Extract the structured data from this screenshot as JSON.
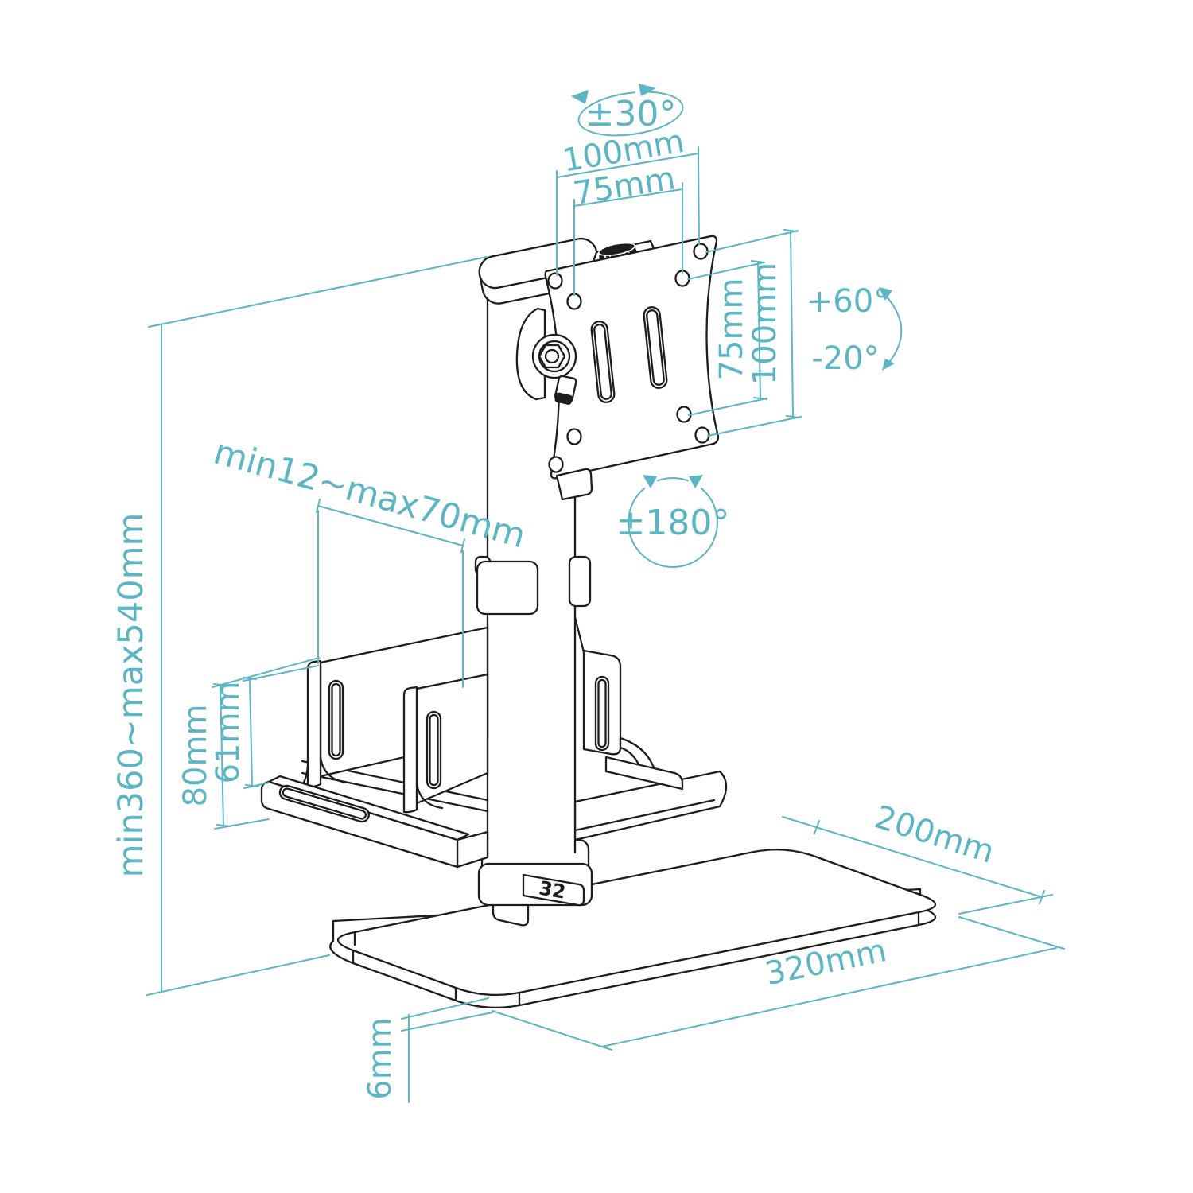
{
  "figure": {
    "type": "technical-dimension-diagram",
    "subject": "Free-standing monitor desk mount with VESA plate, CPU holder and base plate",
    "background": "#ffffff",
    "colors": {
      "dimension_annotations": "#5cb5c3",
      "line_art": "#1d1d1b"
    }
  },
  "labels": {
    "rotation_range": "±30°",
    "vesa_width_outer": "100mm",
    "vesa_width_inner": "75mm",
    "tilt_up": "+60°",
    "tilt_down": "-20°",
    "vesa_height_inner": "75mm",
    "vesa_height_outer": "100mm",
    "swivel_range": "±180°",
    "holder_width_range": "min12~max70mm",
    "height_range": "min360~max540mm",
    "holder_height_outer": "80mm",
    "holder_height_inner": "61mm",
    "base_depth": "200mm",
    "base_width": "320mm",
    "base_thickness": "6mm",
    "pole_marking": "32"
  }
}
